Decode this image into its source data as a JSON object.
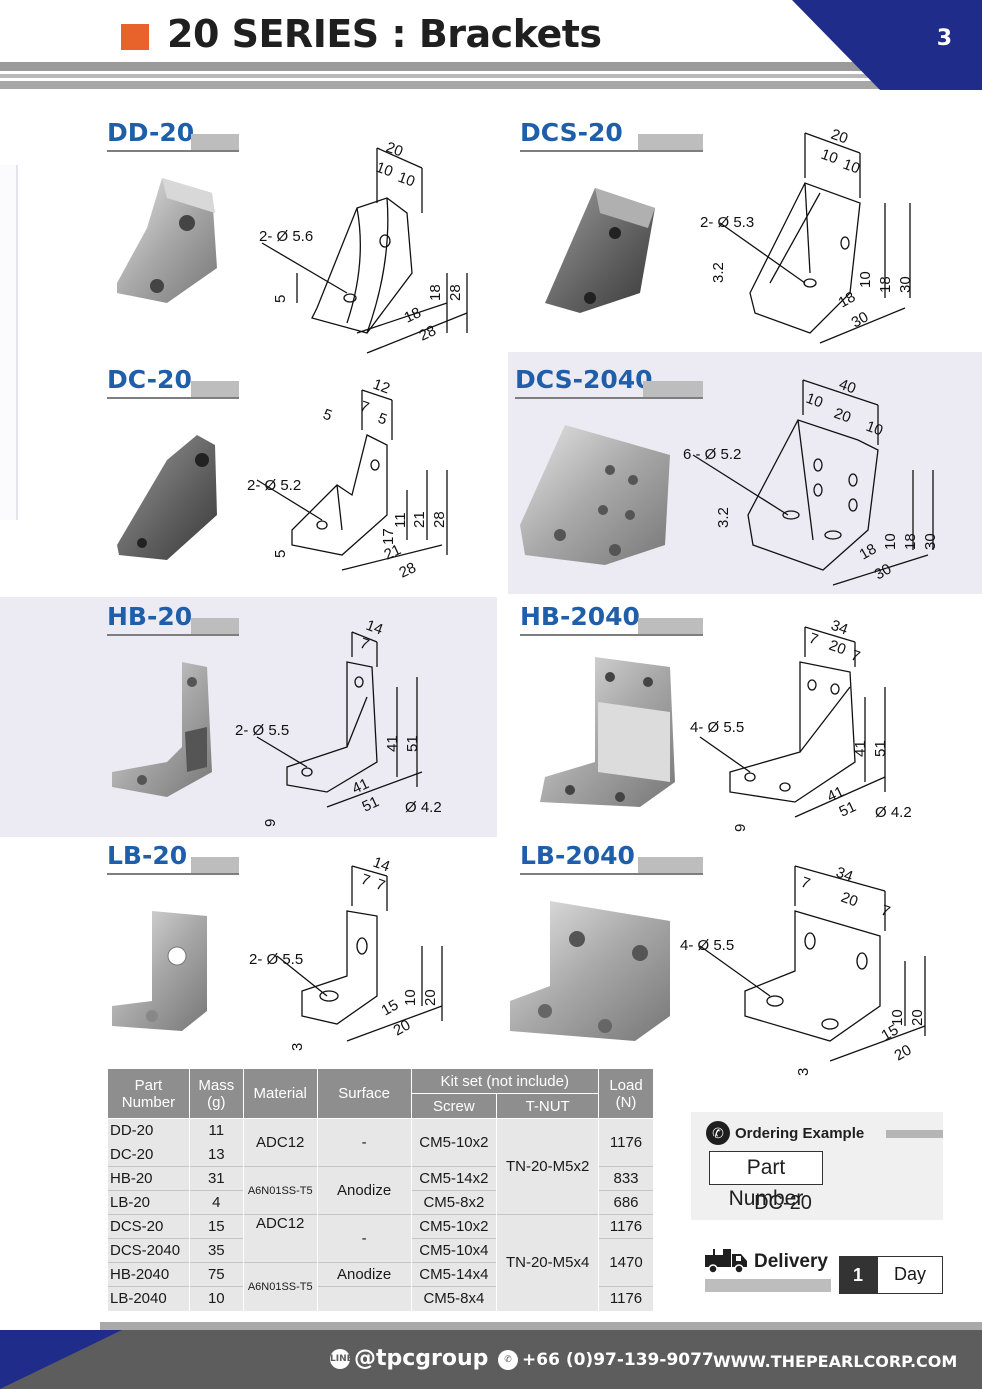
{
  "header": {
    "title": "20 SERIES : Brackets",
    "page_number": "3"
  },
  "products": [
    {
      "name": "DD-20",
      "dims": [
        "20",
        "10",
        "10",
        "2- Ø 5.6",
        "5",
        "18",
        "28",
        "18",
        "28"
      ]
    },
    {
      "name": "DCS-20",
      "dims": [
        "20",
        "10",
        "10",
        "2- Ø 5.3",
        "3.2",
        "10",
        "18",
        "30",
        "18",
        "30"
      ]
    },
    {
      "name": "DC-20",
      "dims": [
        "12",
        "5",
        "7",
        "5",
        "2- Ø 5.2",
        "5",
        "11",
        "17",
        "21",
        "28",
        "21",
        "28"
      ]
    },
    {
      "name": "DCS-2040",
      "dims": [
        "40",
        "10",
        "20",
        "10",
        "6 - Ø 5.2",
        "3.2",
        "10",
        "18",
        "30",
        "18",
        "30"
      ]
    },
    {
      "name": "HB-20",
      "dims": [
        "14",
        "7",
        "2- Ø 5.5",
        "41",
        "51",
        "9",
        "41",
        "51",
        "Ø 4.2"
      ]
    },
    {
      "name": "HB-2040",
      "dims": [
        "34",
        "7",
        "20",
        "7",
        "4- Ø 5.5",
        "41",
        "51",
        "9",
        "41",
        "51",
        "Ø 4.2"
      ]
    },
    {
      "name": "LB-20",
      "dims": [
        "14",
        "7",
        "7",
        "2- Ø 5.5",
        "10",
        "20",
        "3",
        "15",
        "20"
      ]
    },
    {
      "name": "LB-2040",
      "dims": [
        "34",
        "7",
        "20",
        "7",
        "4- Ø 5.5",
        "10",
        "20",
        "3",
        "15",
        "20"
      ]
    }
  ],
  "table": {
    "headers": {
      "part": "Part Number",
      "mass": "Mass (g)",
      "material": "Material",
      "surface": "Surface",
      "kit": "Kit set (not include)",
      "screw": "Screw",
      "tnut": "T-NUT",
      "load": "Load (N)"
    },
    "rows": [
      {
        "part": "DD-20",
        "mass": "11",
        "screw": "CM5-10x2",
        "load": "1176"
      },
      {
        "part": "DC-20",
        "mass": "13"
      },
      {
        "part": "HB-20",
        "mass": "31",
        "screw": "CM5-14x2",
        "load": "833"
      },
      {
        "part": "LB-20",
        "mass": "4",
        "screw": "CM5-8x2",
        "load": "686"
      },
      {
        "part": "DCS-20",
        "mass": "15",
        "screw": "CM5-10x2",
        "load": "1176"
      },
      {
        "part": "DCS-2040",
        "mass": "35",
        "screw": "CM5-10x4"
      },
      {
        "part": "HB-2040",
        "mass": "75",
        "screw": "CM5-14x4",
        "load": "1470"
      },
      {
        "part": "LB-2040",
        "mass": "10",
        "screw": "CM5-8x4",
        "load": "1176"
      }
    ],
    "merged": {
      "adc12_a": "ADC12",
      "dash_a": "-",
      "tnut_a": "TN-20-M5x2",
      "a6_a": "A6N01SS-T5",
      "anodize_a": "Anodize",
      "adc12_b": "ADC12",
      "dash_b": "-",
      "tnut_b": "TN-20-M5x4",
      "a6_b": "A6N01SS-T5",
      "anodize_b": "Anodize"
    }
  },
  "ordering": {
    "title": "Ordering Example",
    "label": "Part Number",
    "value": "DC-20"
  },
  "delivery": {
    "label": "Delivery",
    "value": "1",
    "unit": "Day"
  },
  "footer": {
    "line_icon": "LINE",
    "line_id": "@tpcgroup",
    "phone": "+66 (0)97-139-9077",
    "website": "WWW.THEPEARLCORP.COM"
  },
  "colors": {
    "accent": "#e8632b",
    "brand_blue": "#1f5ea8",
    "navy": "#1f2c8a",
    "table_header": "#8e8e8e",
    "footer": "#5d5d5d"
  },
  "icons": [
    "phone-icon",
    "truck-icon",
    "line-icon",
    "phone-call-icon"
  ]
}
